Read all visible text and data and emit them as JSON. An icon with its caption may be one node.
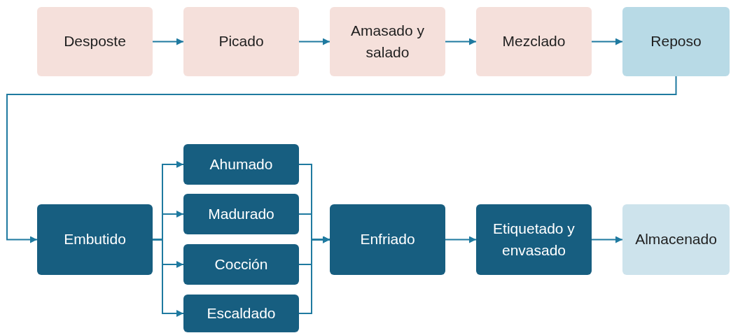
{
  "diagram": {
    "nodes": [
      {
        "text": [
          "Desposte"
        ]
      },
      {
        "text": [
          "Picado"
        ]
      },
      {
        "text": [
          "Amasado y salado"
        ]
      },
      {
        "text": [
          "Mezclado"
        ]
      },
      {
        "text": [
          "Reposo"
        ]
      },
      {
        "text": [
          "Embutido"
        ]
      },
      {
        "text": [
          "Ahumado"
        ]
      },
      {
        "text": [
          "Madurado"
        ]
      },
      {
        "text": [
          "Cocción"
        ]
      },
      {
        "text": [
          "Escaldado"
        ]
      },
      {
        "text": [
          "Enfriado"
        ]
      },
      {
        "text": [
          "Etiquetado y envasado"
        ]
      },
      {
        "text": [
          "Almacenado"
        ]
      }
    ],
    "edges": [
      {
        "from": 0,
        "to": 1,
        "arrow": "to"
      },
      {
        "from": 1,
        "to": 2,
        "arrow": "to"
      },
      {
        "from": 2,
        "to": 3,
        "arrow": "to"
      },
      {
        "from": 3,
        "to": 4,
        "arrow": "to"
      },
      {
        "from": 4,
        "to": 5,
        "arrow": "to"
      },
      {
        "from": 5,
        "to": 6,
        "arrow": "to"
      },
      {
        "from": 5,
        "to": 7,
        "arrow": "to"
      },
      {
        "from": 5,
        "to": 8,
        "arrow": "to"
      },
      {
        "from": 5,
        "to": 9,
        "arrow": "to"
      },
      {
        "from": 6,
        "to": 10,
        "arrow": "to"
      },
      {
        "from": 7,
        "to": 10,
        "arrow": "to"
      },
      {
        "from": 8,
        "to": 10,
        "arrow": "to"
      },
      {
        "from": 9,
        "to": 10,
        "arrow": "to"
      },
      {
        "from": 10,
        "to": 11,
        "arrow": "to"
      },
      {
        "from": 11,
        "to": 12,
        "arrow": "to"
      }
    ]
  }
}
